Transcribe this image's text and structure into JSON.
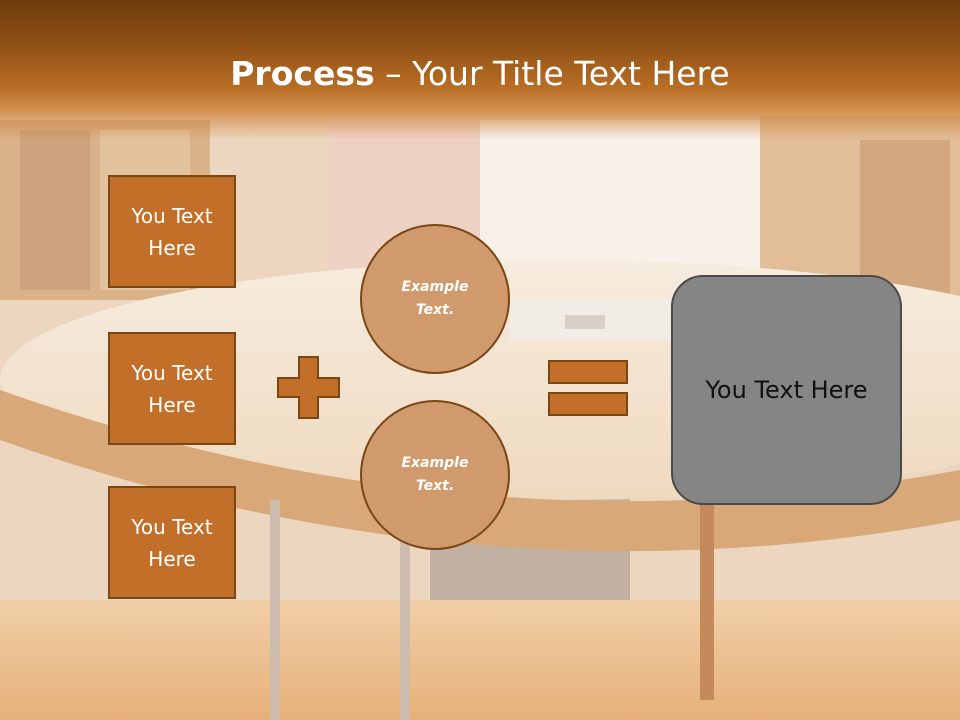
{
  "slide": {
    "title_bold": "Process",
    "title_rest": " – Your Title Text Here",
    "inputs": [
      {
        "label": "You Text Here"
      },
      {
        "label": "You Text Here"
      },
      {
        "label": "You Text Here"
      }
    ],
    "circles": [
      {
        "label": "Example Text."
      },
      {
        "label": "Example Text."
      }
    ],
    "result_label": "You Text Here",
    "operator_plus": "plus-icon",
    "operator_equals": "equals-icon"
  },
  "colors": {
    "header": "#8d4f15",
    "box_fill": "#c26f2a",
    "box_border": "#7a4614",
    "circle_fill": "#d19a6c",
    "result_fill": "#858585",
    "text_light": "#ffffff",
    "text_dark": "#111111"
  }
}
